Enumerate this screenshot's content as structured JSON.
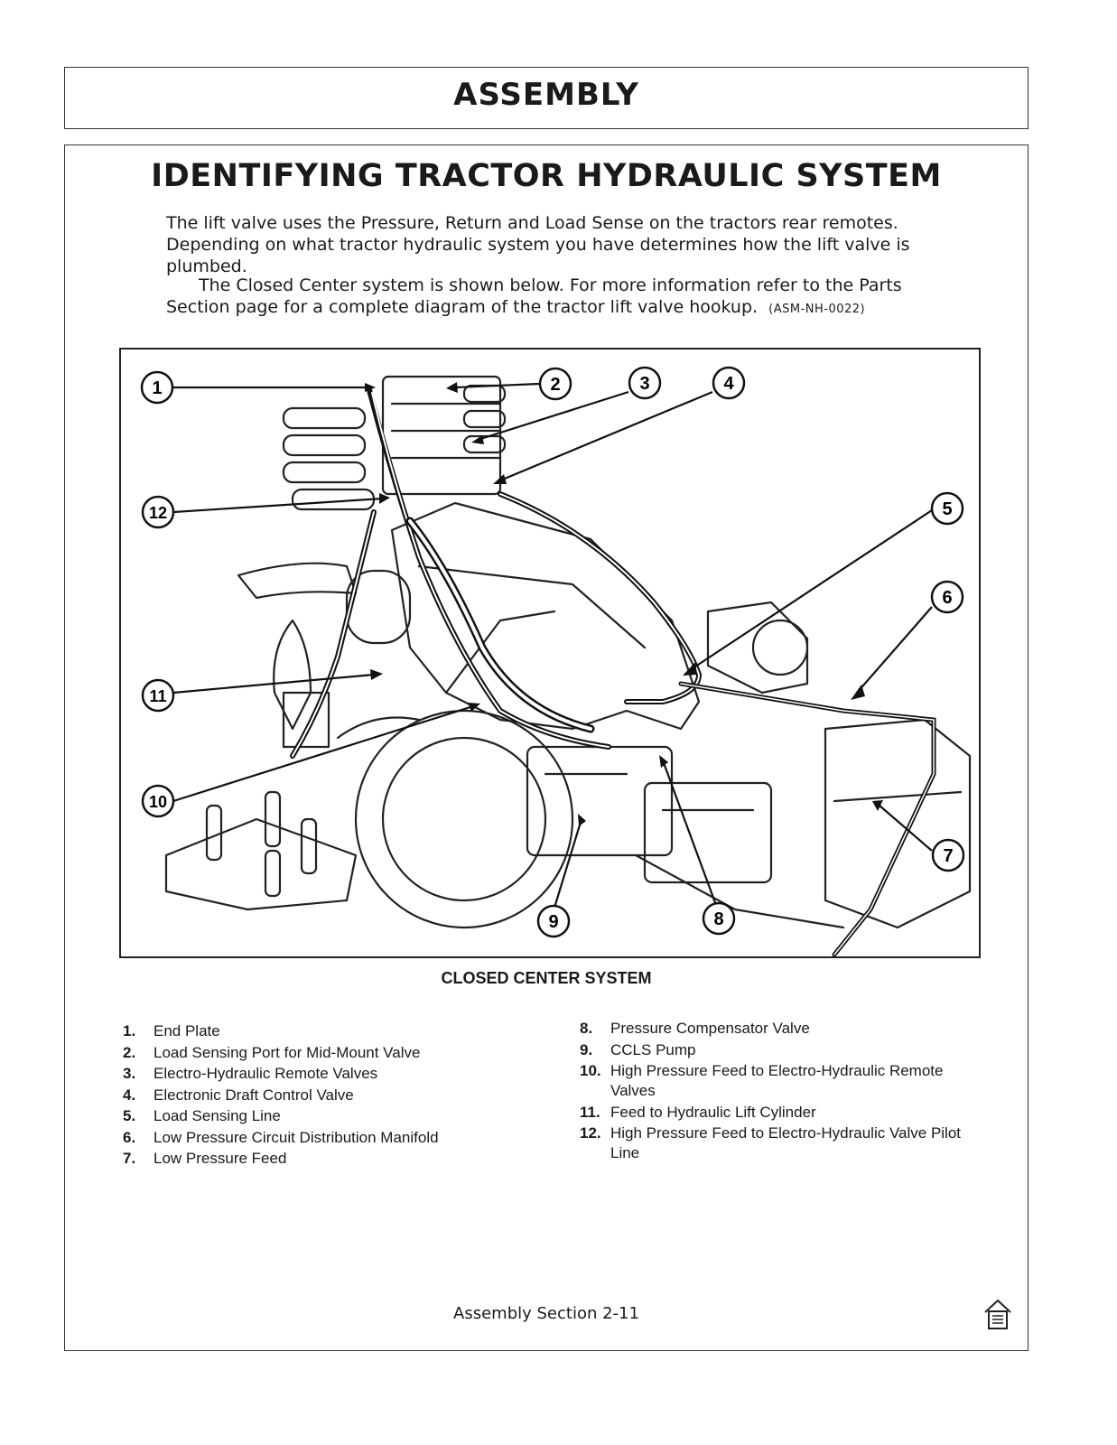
{
  "header": {
    "title": "ASSEMBLY"
  },
  "main": {
    "title": "IDENTIFYING TRACTOR HYDRAULIC SYSTEM",
    "paragraph1": "The lift valve uses the Pressure, Return and Load Sense on the tractors rear remotes. Depending on what tractor hydraulic system you have determines how the lift valve is plumbed.",
    "paragraph2": "The Closed Center system is shown below.  For more information refer to the Parts Section page for a complete diagram of the tractor lift valve hookup.",
    "reference_code": "(ASM-NH-0022)"
  },
  "figure": {
    "caption": "CLOSED CENTER SYSTEM",
    "callouts": [
      "1",
      "2",
      "3",
      "4",
      "5",
      "6",
      "7",
      "8",
      "9",
      "10",
      "11",
      "12"
    ]
  },
  "legend": {
    "left": [
      {
        "num": "1.",
        "text": "End Plate"
      },
      {
        "num": "2.",
        "text": "Load Sensing Port for Mid-Mount Valve"
      },
      {
        "num": "3.",
        "text": "Electro-Hydraulic Remote Valves"
      },
      {
        "num": "4.",
        "text": "Electronic Draft Control Valve"
      },
      {
        "num": "5.",
        "text": "Load Sensing Line"
      },
      {
        "num": "6.",
        "text": "Low Pressure Circuit Distribution Manifold"
      },
      {
        "num": "7.",
        "text": "Low Pressure Feed"
      }
    ],
    "right": [
      {
        "num": "8.",
        "text": "Pressure Compensator Valve"
      },
      {
        "num": "9.",
        "text": "CCLS Pump"
      },
      {
        "num": "10.",
        "text": "High Pressure Feed to Electro-Hydraulic Remote Valves"
      },
      {
        "num": "11.",
        "text": "Feed to Hydraulic Lift Cylinder"
      },
      {
        "num": "12.",
        "text": "High Pressure Feed to Electro-Hydraulic Valve Pilot Line"
      }
    ]
  },
  "footer": {
    "text": "Assembly Section 2-11",
    "icon": "home-icon"
  }
}
